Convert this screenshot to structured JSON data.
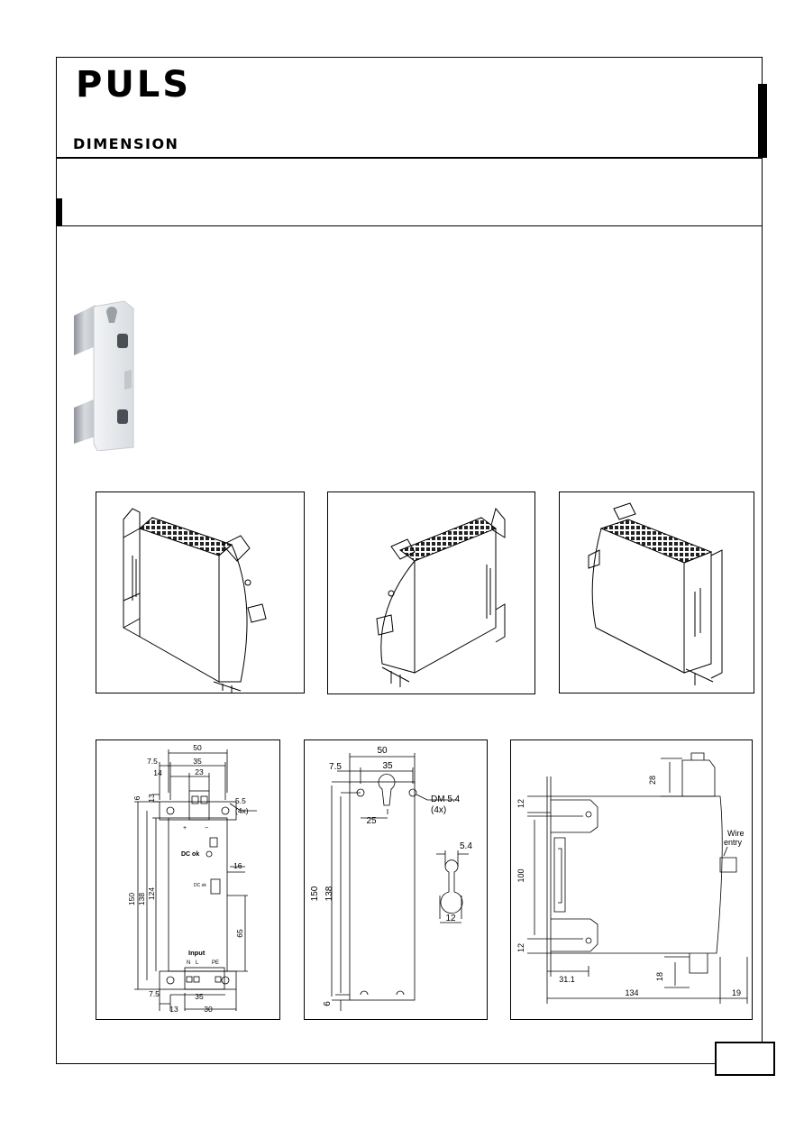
{
  "header": {
    "logo": "PULS",
    "doc_type": "DIMENSION"
  },
  "drawings": {
    "front": {
      "width_total": "50",
      "offset_left": "7.5",
      "inner_width": "35",
      "offset_14": "14",
      "spacing_23": "23",
      "top_6": "6",
      "top_13": "13",
      "hole_dia": "5.5",
      "hole_count": "(4x)",
      "height_150": "150",
      "height_138": "138",
      "height_124": "124",
      "dc_ok_label": "DC ok",
      "offset_16": "16",
      "height_65": "65",
      "input_label": "Input",
      "terminal_n": "N",
      "terminal_l": "L",
      "terminal_pe": "PE",
      "plus": "+",
      "minus": "−",
      "bottom_7_5": "7.5",
      "bottom_35": "35",
      "bottom_13": "13",
      "bottom_30": "30",
      "relay_label": "DC ok"
    },
    "bracket": {
      "width_total": "50",
      "offset_left": "7.5",
      "inner_width": "35",
      "hole_label": "DM 5.4",
      "hole_count": "(4x)",
      "center_25": "25",
      "height_150": "150",
      "height_138": "138",
      "slot_width": "5.4",
      "slot_height": "12",
      "bottom_6": "6"
    },
    "side": {
      "top_28": "28",
      "top_12": "12",
      "height_100": "100",
      "bottom_12": "12",
      "wire_entry": "Wire\nentry",
      "wire_entry_line1": "Wire",
      "wire_entry_line2": "entry",
      "dim_31_1": "31.1",
      "dim_18": "18",
      "depth_134": "134",
      "depth_19": "19"
    }
  }
}
